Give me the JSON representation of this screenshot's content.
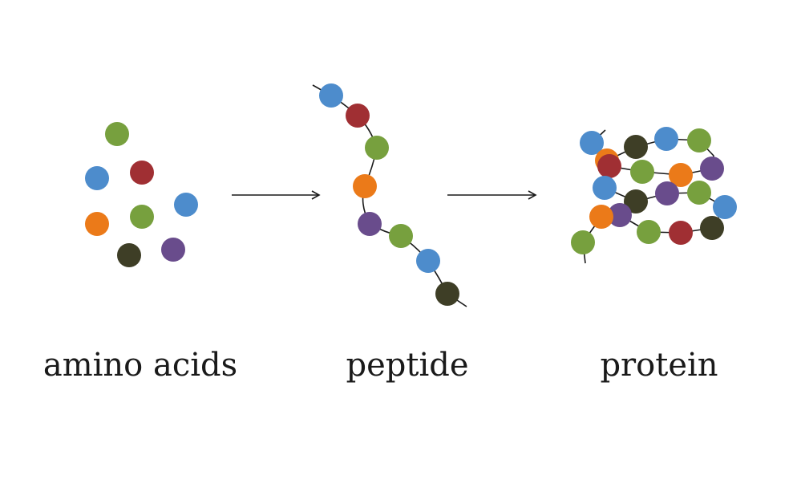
{
  "labels": {
    "amino_acids": "amino acids",
    "peptide": "peptide",
    "protein": "protein"
  },
  "colors": {
    "green": "#77a03e",
    "blue": "#4d8ccc",
    "red": "#a02f33",
    "orange": "#eb7a19",
    "purple": "#694c8c",
    "dark": "#3e3e26",
    "line": "#1a1a1a"
  }
}
